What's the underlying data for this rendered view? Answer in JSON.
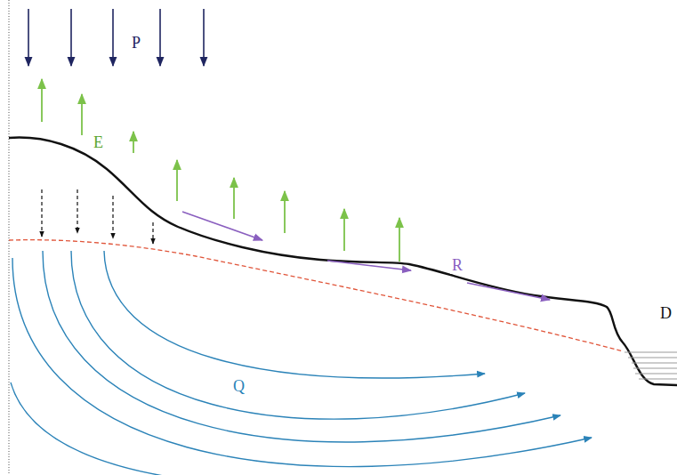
{
  "diagram": {
    "labels": [
      "P",
      "E",
      "R",
      "Q",
      "D"
    ]
  }
}
